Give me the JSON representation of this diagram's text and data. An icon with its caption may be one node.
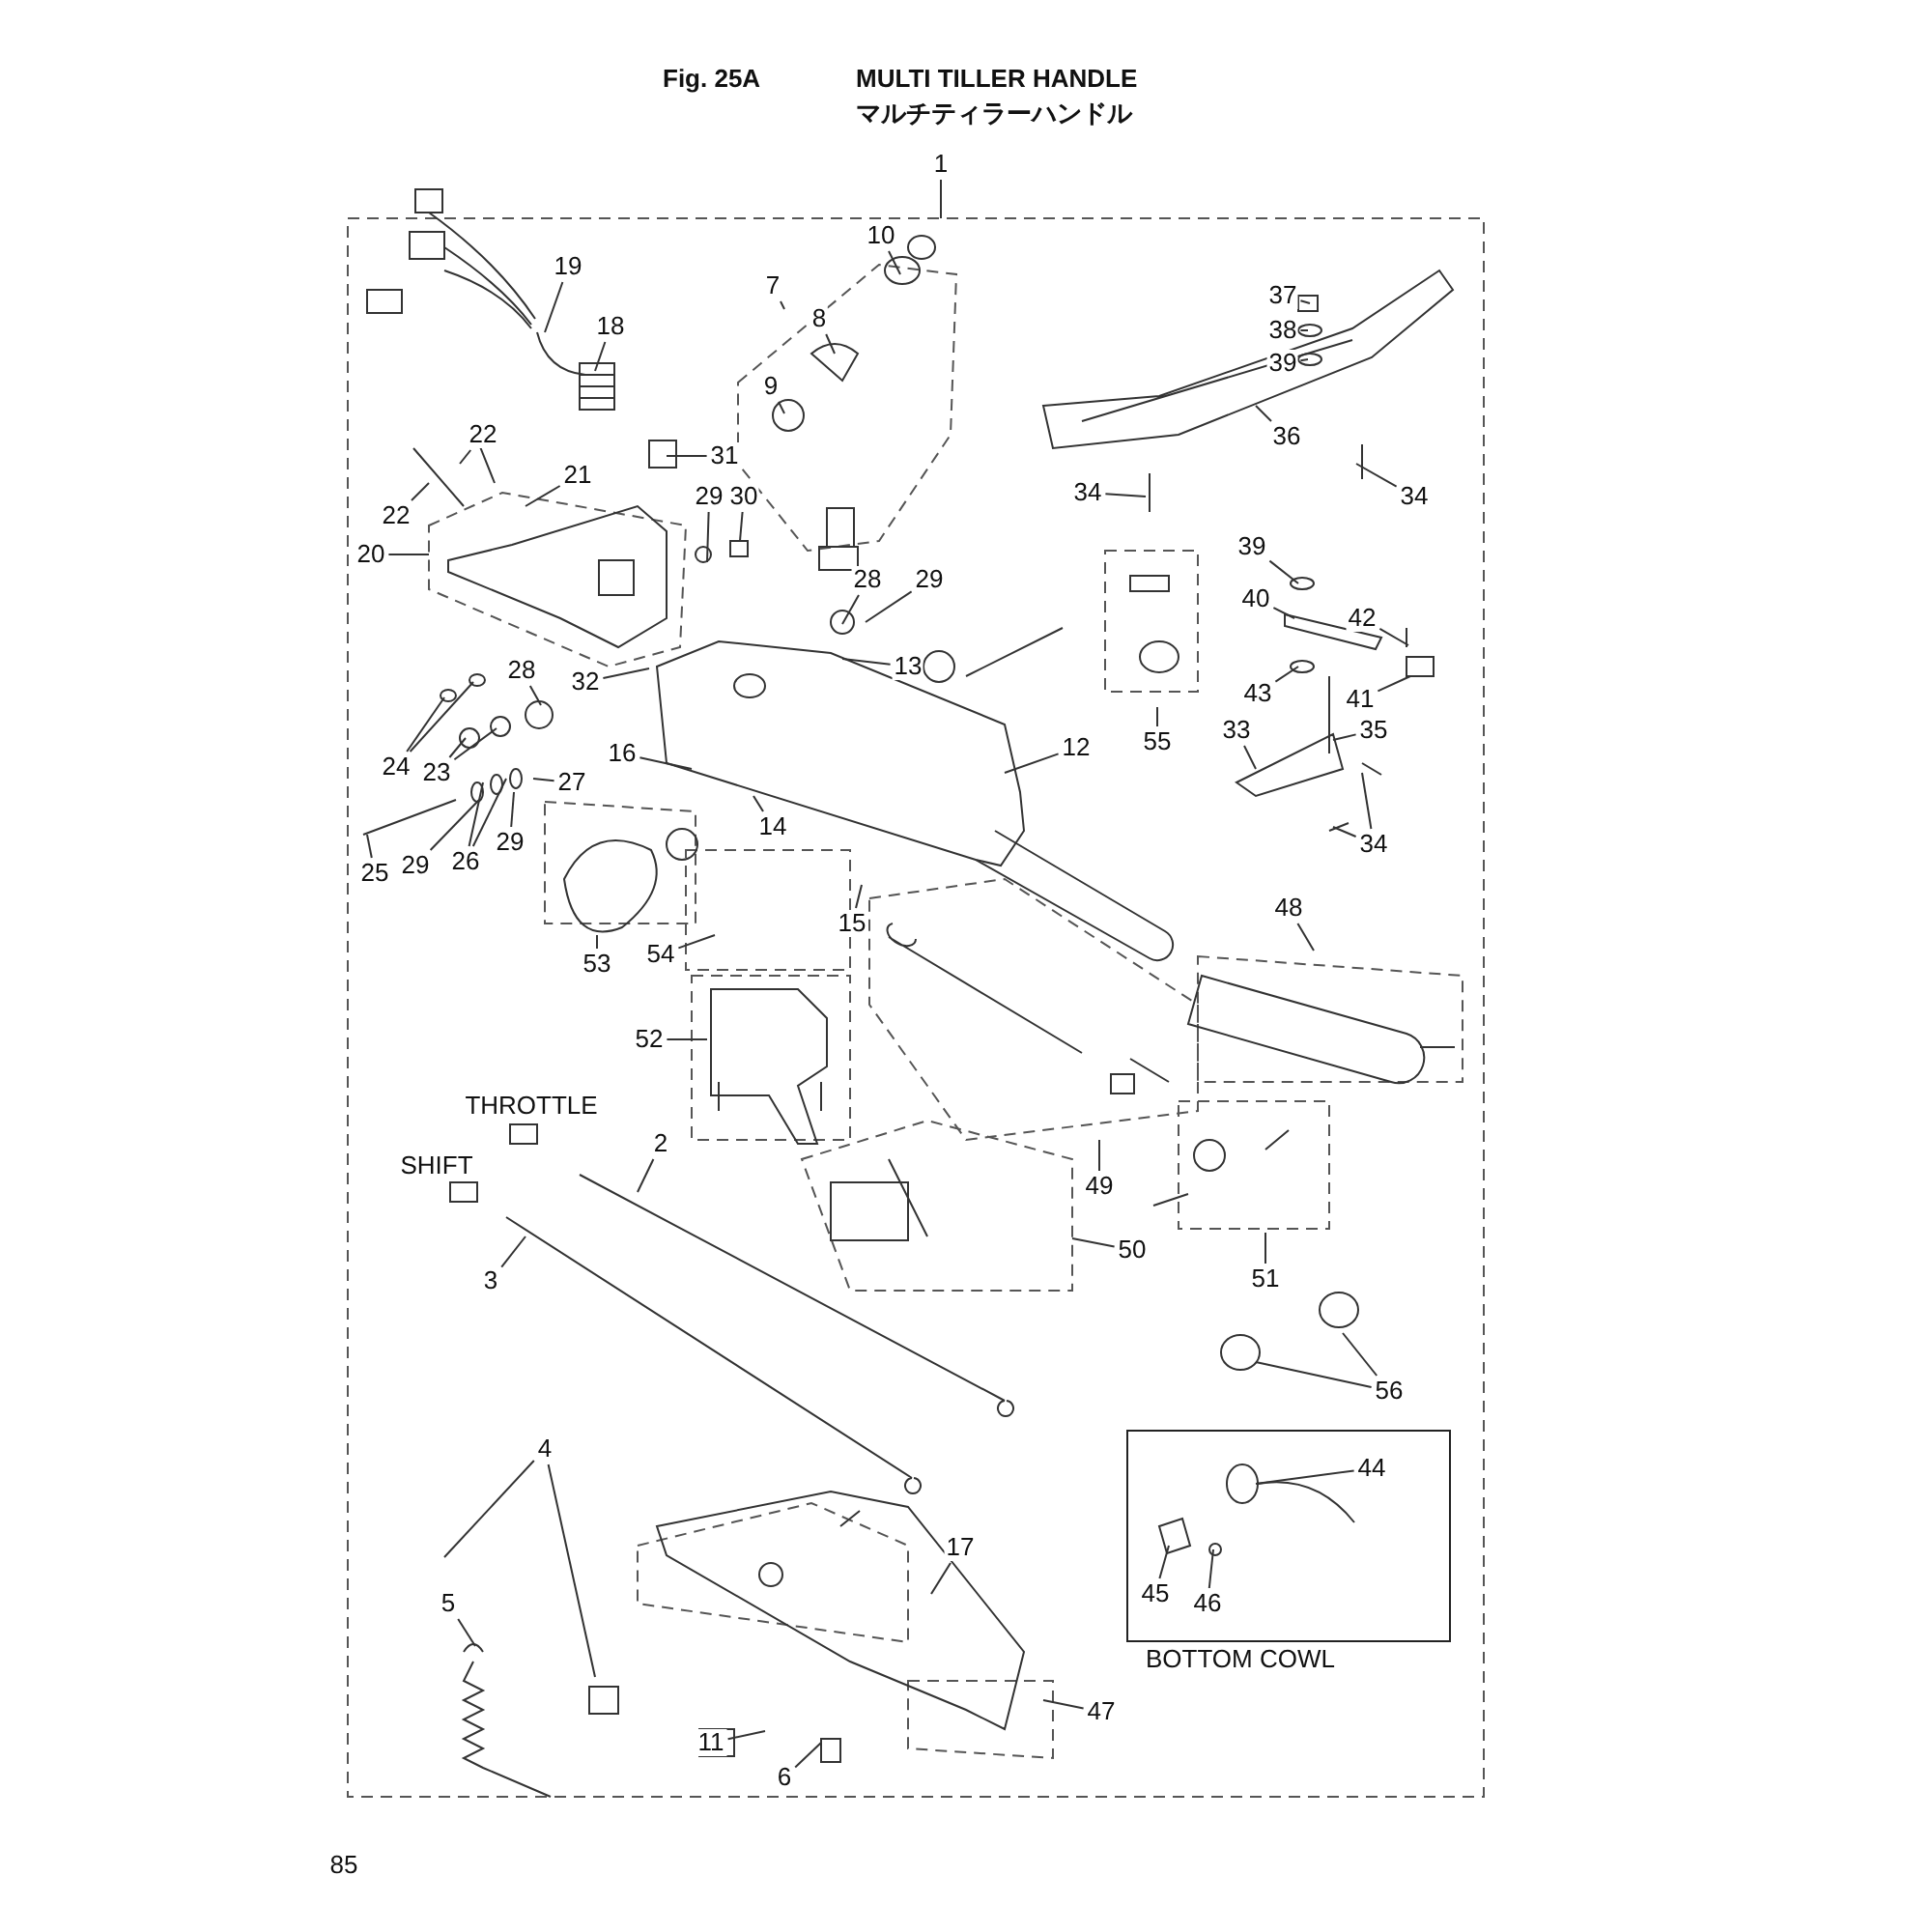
{
  "diagram": {
    "title": "MULTI TILLER HANDLE",
    "nodes": [
      {
        "text": [
          "1"
        ]
      },
      {
        "text": [
          "10"
        ]
      },
      {
        "text": [
          "19"
        ]
      },
      {
        "text": [
          "7"
        ]
      },
      {
        "text": [
          "37"
        ]
      },
      {
        "text": [
          "8"
        ]
      },
      {
        "text": [
          "18"
        ]
      },
      {
        "text": [
          "38"
        ]
      },
      {
        "text": [
          "39"
        ]
      },
      {
        "text": [
          "9"
        ]
      },
      {
        "text": [
          "22"
        ]
      },
      {
        "text": [
          "36"
        ]
      },
      {
        "text": [
          "31"
        ]
      },
      {
        "text": [
          "21"
        ]
      },
      {
        "text": [
          "34"
        ]
      },
      {
        "text": [
          "34"
        ]
      },
      {
        "text": [
          "29"
        ]
      },
      {
        "text": [
          "30"
        ]
      },
      {
        "text": [
          "22"
        ]
      },
      {
        "text": [
          "39"
        ]
      },
      {
        "text": [
          "20"
        ]
      },
      {
        "text": [
          "28"
        ]
      },
      {
        "text": [
          "29"
        ]
      },
      {
        "text": [
          "40"
        ]
      },
      {
        "text": [
          "42"
        ]
      },
      {
        "text": [
          "13"
        ]
      },
      {
        "text": [
          "28"
        ]
      },
      {
        "text": [
          "32"
        ]
      },
      {
        "text": [
          "43"
        ]
      },
      {
        "text": [
          "41"
        ]
      },
      {
        "text": [
          "33"
        ]
      },
      {
        "text": [
          "35"
        ]
      },
      {
        "text": [
          "55"
        ]
      },
      {
        "text": [
          "12"
        ]
      },
      {
        "text": [
          "16"
        ]
      },
      {
        "text": [
          "24"
        ]
      },
      {
        "text": [
          "23"
        ]
      },
      {
        "text": [
          "27"
        ]
      },
      {
        "text": [
          "14"
        ]
      },
      {
        "text": [
          "34"
        ]
      },
      {
        "text": [
          "29"
        ]
      },
      {
        "text": [
          "26"
        ]
      },
      {
        "text": [
          "29"
        ]
      },
      {
        "text": [
          "25"
        ]
      },
      {
        "text": [
          "48"
        ]
      },
      {
        "text": [
          "15"
        ]
      },
      {
        "text": [
          "54"
        ]
      },
      {
        "text": [
          "53"
        ]
      },
      {
        "text": [
          "52"
        ]
      },
      {
        "text": [
          "2"
        ]
      },
      {
        "text": [
          "49"
        ]
      },
      {
        "text": [
          "50"
        ]
      },
      {
        "text": [
          "51"
        ]
      },
      {
        "text": [
          "3"
        ]
      },
      {
        "text": [
          "56"
        ]
      },
      {
        "text": [
          "4"
        ]
      },
      {
        "text": [
          "BOTTOM COWL"
        ]
      },
      {
        "text": [
          "44"
        ],
        "in": 56
      },
      {
        "text": [
          "17"
        ]
      },
      {
        "text": [
          "45"
        ],
        "in": 56
      },
      {
        "text": [
          "46"
        ],
        "in": 56
      },
      {
        "text": [
          "5"
        ]
      },
      {
        "text": [
          "47"
        ]
      },
      {
        "text": [
          "11"
        ]
      },
      {
        "text": [
          "6"
        ]
      }
    ],
    "edges": [
      {
        "from": 0,
        "to": null,
        "arrow": "none"
      },
      {
        "from": 1,
        "to": null,
        "arrow": "none"
      },
      {
        "from": 2,
        "to": null,
        "arrow": "none"
      },
      {
        "from": 3,
        "to": null,
        "arrow": "none"
      },
      {
        "from": 4,
        "to": null,
        "arrow": "none"
      },
      {
        "from": 5,
        "to": null,
        "arrow": "none"
      },
      {
        "from": 6,
        "to": null,
        "arrow": "none"
      },
      {
        "from": 7,
        "to": null,
        "arrow": "none"
      },
      {
        "from": 8,
        "to": null,
        "arrow": "none"
      },
      {
        "from": 9,
        "to": null,
        "arrow": "none"
      },
      {
        "from": 10,
        "to": null,
        "arrow": "none"
      },
      {
        "from": 11,
        "to": null,
        "arrow": "none"
      },
      {
        "from": 12,
        "to": null,
        "arrow": "none"
      },
      {
        "from": 13,
        "to": null,
        "arrow": "none"
      },
      {
        "from": 14,
        "to": null,
        "arrow": "none"
      },
      {
        "from": 15,
        "to": null,
        "arrow": "none"
      },
      {
        "from": 16,
        "to": null,
        "arrow": "none"
      },
      {
        "from": 17,
        "to": null,
        "arrow": "none"
      },
      {
        "from": 18,
        "to": null,
        "arrow": "none"
      },
      {
        "from": 19,
        "to": null,
        "arrow": "none"
      },
      {
        "from": 20,
        "to": null,
        "arrow": "none"
      },
      {
        "from": 21,
        "to": null,
        "arrow": "none"
      },
      {
        "from": 22,
        "to": null,
        "arrow": "none"
      },
      {
        "from": 23,
        "to": null,
        "arrow": "none"
      },
      {
        "from": 24,
        "to": null,
        "arrow": "none"
      },
      {
        "from": 25,
        "to": null,
        "arrow": "none"
      },
      {
        "from": 26,
        "to": null,
        "arrow": "none"
      },
      {
        "from": 27,
        "to": null,
        "arrow": "none"
      },
      {
        "from": 28,
        "to": null,
        "arrow": "none"
      },
      {
        "from": 29,
        "to": null,
        "arrow": "none"
      },
      {
        "from": 30,
        "to": null,
        "arrow": "none"
      },
      {
        "from": 31,
        "to": null,
        "arrow": "none"
      },
      {
        "from": 32,
        "to": null,
        "arrow": "none"
      },
      {
        "from": 33,
        "to": null,
        "arrow": "none"
      },
      {
        "from": 34,
        "to": null,
        "arrow": "none"
      },
      {
        "from": 35,
        "to": null,
        "arrow": "none"
      },
      {
        "from": 35,
        "to": null,
        "arrow": "none"
      },
      {
        "from": 36,
        "to": null,
        "arrow": "none"
      },
      {
        "from": 36,
        "to": null,
        "arrow": "none"
      },
      {
        "from": 37,
        "to": null,
        "arrow": "none"
      },
      {
        "from": 38,
        "to": null,
        "arrow": "none"
      },
      {
        "from": 39,
        "to": null,
        "arrow": "none"
      },
      {
        "from": 39,
        "to": null,
        "arrow": "none"
      },
      {
        "from": 40,
        "to": null,
        "arrow": "none"
      },
      {
        "from": 41,
        "to": null,
        "arrow": "none"
      },
      {
        "from": 41,
        "to": null,
        "arrow": "none"
      },
      {
        "from": 42,
        "to": null,
        "arrow": "none"
      },
      {
        "from": 43,
        "to": null,
        "arrow": "none"
      },
      {
        "from": 44,
        "to": null,
        "arrow": "none"
      },
      {
        "from": 45,
        "to": null,
        "arrow": "none"
      },
      {
        "from": 46,
        "to": null,
        "arrow": "none"
      },
      {
        "from": 47,
        "to": null,
        "arrow": "none"
      },
      {
        "from": 48,
        "to": null,
        "arrow": "none"
      },
      {
        "from": 49,
        "to": null,
        "arrow": "none"
      },
      {
        "from": 50,
        "to": null,
        "arrow": "none"
      },
      {
        "from": 51,
        "to": null,
        "arrow": "none"
      },
      {
        "from": 52,
        "to": null,
        "arrow": "none"
      },
      {
        "from": 53,
        "to": null,
        "arrow": "none"
      },
      {
        "from": 54,
        "to": null,
        "arrow": "none"
      },
      {
        "from": 54,
        "to": null,
        "arrow": "none"
      },
      {
        "from": 55,
        "to": null,
        "arrow": "none"
      },
      {
        "from": 55,
        "to": null,
        "arrow": "none"
      },
      {
        "from": 57,
        "to": null,
        "arrow": "none"
      },
      {
        "from": 58,
        "to": null,
        "arrow": "none"
      },
      {
        "from": 59,
        "to": null,
        "arrow": "none"
      },
      {
        "from": 60,
        "to": null,
        "arrow": "none"
      },
      {
        "from": 61,
        "to": null,
        "arrow": "none"
      },
      {
        "from": 62,
        "to": null,
        "arrow": "none"
      },
      {
        "from": 63,
        "to": null,
        "arrow": "none"
      },
      {
        "from": 64,
        "to": null,
        "arrow": "none"
      }
    ],
    "labels": [
      "Fig. 25A",
      "マルチティラーハンドル",
      "THROTTLE",
      "SHIFT",
      "85"
    ]
  }
}
